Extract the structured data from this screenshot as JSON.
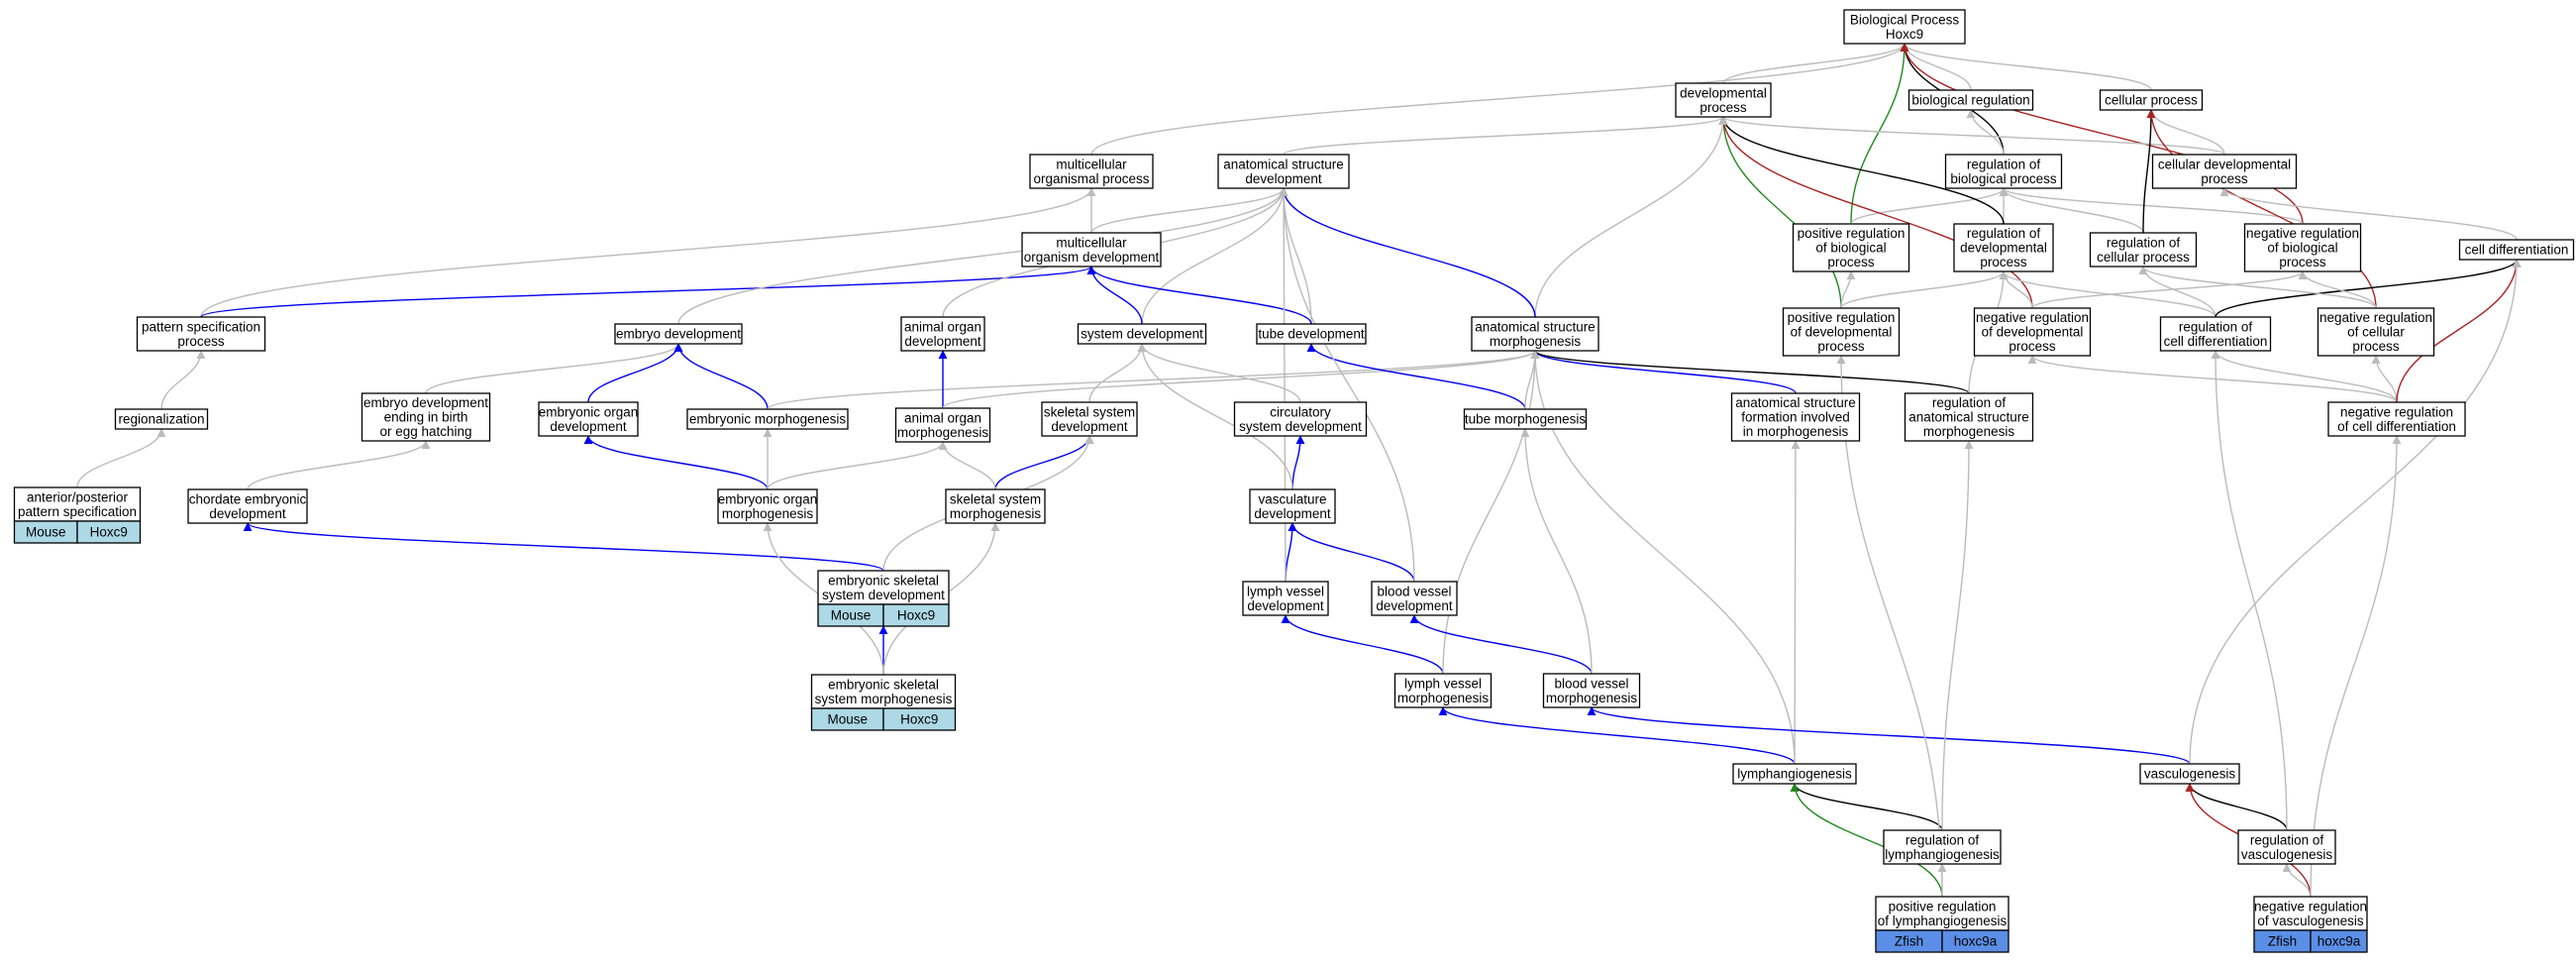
{
  "colors": {
    "is_a": "#bbbbbb",
    "part_of": "#0000ee",
    "regulates": "#000000",
    "positively_regulates": "#228822",
    "negatively_regulates": "#aa2222",
    "badge_mouse": "#add8e6",
    "badge_zfish": "#5b8ee6"
  },
  "nodes": {
    "bp": {
      "lines": [
        "Biological Process",
        "Hoxc9"
      ]
    },
    "dev_proc": {
      "lines": [
        "developmental",
        "process"
      ]
    },
    "bio_reg": {
      "lines": [
        "biological regulation"
      ]
    },
    "cell_proc": {
      "lines": [
        "cellular process"
      ]
    },
    "mc_org_proc": {
      "lines": [
        "multicellular",
        "organismal process"
      ]
    },
    "as_dev": {
      "lines": [
        "anatomical structure",
        "development"
      ]
    },
    "reg_bio_proc": {
      "lines": [
        "regulation of",
        "biological process"
      ]
    },
    "cell_dev_proc": {
      "lines": [
        "cellular developmental",
        "process"
      ]
    },
    "mc_org_dev": {
      "lines": [
        "multicellular",
        "organism development"
      ]
    },
    "pos_reg_bio": {
      "lines": [
        "positive regulation",
        "of biological",
        "process"
      ]
    },
    "reg_dev_proc": {
      "lines": [
        "regulation of",
        "developmental",
        "process"
      ]
    },
    "reg_cell_proc": {
      "lines": [
        "regulation of",
        "cellular process"
      ]
    },
    "neg_reg_bio": {
      "lines": [
        "negative regulation",
        "of biological",
        "process"
      ]
    },
    "cell_diff": {
      "lines": [
        "cell differentiation"
      ]
    },
    "pattern_spec": {
      "lines": [
        "pattern specification",
        "process"
      ]
    },
    "embryo_dev": {
      "lines": [
        "embryo development"
      ]
    },
    "animal_organ_dev": {
      "lines": [
        "animal organ",
        "development"
      ]
    },
    "system_dev": {
      "lines": [
        "system development"
      ]
    },
    "tube_dev": {
      "lines": [
        "tube development"
      ]
    },
    "as_morph": {
      "lines": [
        "anatomical structure",
        "morphogenesis"
      ]
    },
    "pos_reg_dev": {
      "lines": [
        "positive regulation",
        "of developmental",
        "process"
      ]
    },
    "neg_reg_dev": {
      "lines": [
        "negative regulation",
        "of developmental",
        "process"
      ]
    },
    "reg_cell_diff": {
      "lines": [
        "regulation of",
        "cell differentiation"
      ]
    },
    "neg_reg_cell_proc": {
      "lines": [
        "negative regulation",
        "of cellular",
        "process"
      ]
    },
    "regionalization": {
      "lines": [
        "regionalization"
      ]
    },
    "embryo_dev_birth": {
      "lines": [
        "embryo development",
        "ending in birth",
        "or egg hatching"
      ]
    },
    "embryonic_organ_dev": {
      "lines": [
        "embryonic organ",
        "development"
      ]
    },
    "embryonic_morph": {
      "lines": [
        "embryonic morphogenesis"
      ]
    },
    "animal_organ_morph": {
      "lines": [
        "animal organ",
        "morphogenesis"
      ]
    },
    "skeletal_sys_dev": {
      "lines": [
        "skeletal system",
        "development"
      ]
    },
    "circ_sys_dev": {
      "lines": [
        "circulatory",
        "system development"
      ]
    },
    "tube_morph": {
      "lines": [
        "tube morphogenesis"
      ]
    },
    "asf_morph": {
      "lines": [
        "anatomical structure",
        "formation involved",
        "in morphogenesis"
      ]
    },
    "reg_as_morph": {
      "lines": [
        "regulation of",
        "anatomical structure",
        "morphogenesis"
      ]
    },
    "neg_reg_cell_diff": {
      "lines": [
        "negative regulation",
        "of cell differentiation"
      ]
    },
    "ap_pattern": {
      "lines": [
        "anterior/posterior",
        "pattern specification"
      ],
      "badge": [
        "Mouse",
        "Hoxc9"
      ]
    },
    "chordate_embryo": {
      "lines": [
        "chordate embryonic",
        "development"
      ]
    },
    "embryonic_organ_morph": {
      "lines": [
        "embryonic organ",
        "morphogenesis"
      ]
    },
    "skeletal_sys_morph": {
      "lines": [
        "skeletal system",
        "morphogenesis"
      ]
    },
    "vasc_dev": {
      "lines": [
        "vasculature",
        "development"
      ]
    },
    "emb_skel_dev": {
      "lines": [
        "embryonic skeletal",
        "system development"
      ],
      "badge": [
        "Mouse",
        "Hoxc9"
      ]
    },
    "lymph_vessel_dev": {
      "lines": [
        "lymph vessel",
        "development"
      ]
    },
    "blood_vessel_dev": {
      "lines": [
        "blood vessel",
        "development"
      ]
    },
    "emb_skel_morph": {
      "lines": [
        "embryonic skeletal",
        "system morphogenesis"
      ],
      "badge": [
        "Mouse",
        "Hoxc9"
      ]
    },
    "lymph_vessel_morph": {
      "lines": [
        "lymph vessel",
        "morphogenesis"
      ]
    },
    "blood_vessel_morph": {
      "lines": [
        "blood vessel",
        "morphogenesis"
      ]
    },
    "lymphangio": {
      "lines": [
        "lymphangiogenesis"
      ]
    },
    "vasculo": {
      "lines": [
        "vasculogenesis"
      ]
    },
    "reg_lymphangio": {
      "lines": [
        "regulation of",
        "lymphangiogenesis"
      ]
    },
    "reg_vasculo": {
      "lines": [
        "regulation of",
        "vasculogenesis"
      ]
    },
    "pos_reg_lymphangio": {
      "lines": [
        "positive regulation",
        "of lymphangiogenesis"
      ],
      "badge": [
        "Zfish",
        "hoxc9a"
      ]
    },
    "neg_reg_vasculo": {
      "lines": [
        "negative regulation",
        "of vasculogenesis"
      ],
      "badge": [
        "Zfish",
        "hoxc9a"
      ]
    }
  },
  "edges": [
    {
      "from": "dev_proc",
      "to": "bp",
      "type": "is_a"
    },
    {
      "from": "bio_reg",
      "to": "bp",
      "type": "is_a"
    },
    {
      "from": "cell_proc",
      "to": "bp",
      "type": "is_a"
    },
    {
      "from": "mc_org_proc",
      "to": "bp",
      "type": "is_a"
    },
    {
      "from": "reg_bio_proc",
      "to": "bp",
      "type": "regulates"
    },
    {
      "from": "pos_reg_bio",
      "to": "bp",
      "type": "positively_regulates"
    },
    {
      "from": "neg_reg_bio",
      "to": "bp",
      "type": "negatively_regulates"
    },
    {
      "from": "as_dev",
      "to": "dev_proc",
      "type": "is_a"
    },
    {
      "from": "cell_dev_proc",
      "to": "dev_proc",
      "type": "is_a"
    },
    {
      "from": "cell_dev_proc",
      "to": "cell_proc",
      "type": "is_a"
    },
    {
      "from": "reg_bio_proc",
      "to": "bio_reg",
      "type": "is_a"
    },
    {
      "from": "pos_reg_bio",
      "to": "reg_bio_proc",
      "type": "is_a"
    },
    {
      "from": "neg_reg_bio",
      "to": "reg_bio_proc",
      "type": "is_a"
    },
    {
      "from": "reg_dev_proc",
      "to": "reg_bio_proc",
      "type": "is_a"
    },
    {
      "from": "reg_cell_proc",
      "to": "reg_bio_proc",
      "type": "is_a"
    },
    {
      "from": "reg_dev_proc",
      "to": "dev_proc",
      "type": "regulates"
    },
    {
      "from": "reg_cell_proc",
      "to": "cell_proc",
      "type": "regulates"
    },
    {
      "from": "pos_reg_dev",
      "to": "dev_proc",
      "type": "positively_regulates"
    },
    {
      "from": "neg_reg_dev",
      "to": "dev_proc",
      "type": "negatively_regulates"
    },
    {
      "from": "neg_reg_cell_proc",
      "to": "cell_proc",
      "type": "negatively_regulates"
    },
    {
      "from": "cell_diff",
      "to": "cell_dev_proc",
      "type": "is_a"
    },
    {
      "from": "mc_org_dev",
      "to": "mc_org_proc",
      "type": "is_a"
    },
    {
      "from": "mc_org_dev",
      "to": "as_dev",
      "type": "is_a"
    },
    {
      "from": "pattern_spec",
      "to": "mc_org_proc",
      "type": "is_a"
    },
    {
      "from": "pattern_spec",
      "to": "mc_org_dev",
      "type": "part_of"
    },
    {
      "from": "embryo_dev",
      "to": "as_dev",
      "type": "is_a"
    },
    {
      "from": "animal_organ_dev",
      "to": "as_dev",
      "type": "is_a"
    },
    {
      "from": "system_dev",
      "to": "as_dev",
      "type": "is_a"
    },
    {
      "from": "system_dev",
      "to": "mc_org_dev",
      "type": "part_of"
    },
    {
      "from": "tube_dev",
      "to": "as_dev",
      "type": "is_a"
    },
    {
      "from": "tube_dev",
      "to": "mc_org_dev",
      "type": "part_of"
    },
    {
      "from": "as_morph",
      "to": "dev_proc",
      "type": "is_a"
    },
    {
      "from": "as_morph",
      "to": "as_dev",
      "type": "part_of"
    },
    {
      "from": "pos_reg_dev",
      "to": "reg_dev_proc",
      "type": "is_a"
    },
    {
      "from": "neg_reg_dev",
      "to": "reg_dev_proc",
      "type": "is_a"
    },
    {
      "from": "pos_reg_dev",
      "to": "pos_reg_bio",
      "type": "is_a"
    },
    {
      "from": "neg_reg_dev",
      "to": "neg_reg_bio",
      "type": "is_a"
    },
    {
      "from": "reg_cell_diff",
      "to": "reg_cell_proc",
      "type": "is_a"
    },
    {
      "from": "reg_cell_diff",
      "to": "reg_dev_proc",
      "type": "is_a"
    },
    {
      "from": "reg_cell_diff",
      "to": "cell_diff",
      "type": "regulates"
    },
    {
      "from": "neg_reg_cell_proc",
      "to": "reg_cell_proc",
      "type": "is_a"
    },
    {
      "from": "neg_reg_cell_proc",
      "to": "neg_reg_bio",
      "type": "is_a"
    },
    {
      "from": "regionalization",
      "to": "pattern_spec",
      "type": "is_a"
    },
    {
      "from": "embryo_dev_birth",
      "to": "embryo_dev",
      "type": "is_a"
    },
    {
      "from": "embryonic_organ_dev",
      "to": "embryo_dev",
      "type": "part_of"
    },
    {
      "from": "embryonic_morph",
      "to": "embryo_dev",
      "type": "part_of"
    },
    {
      "from": "embryonic_morph",
      "to": "as_morph",
      "type": "is_a"
    },
    {
      "from": "animal_organ_morph",
      "to": "animal_organ_dev",
      "type": "part_of"
    },
    {
      "from": "animal_organ_morph",
      "to": "as_morph",
      "type": "is_a"
    },
    {
      "from": "skeletal_sys_dev",
      "to": "system_dev",
      "type": "is_a"
    },
    {
      "from": "circ_sys_dev",
      "to": "system_dev",
      "type": "is_a"
    },
    {
      "from": "tube_morph",
      "to": "tube_dev",
      "type": "part_of"
    },
    {
      "from": "tube_morph",
      "to": "as_morph",
      "type": "is_a"
    },
    {
      "from": "asf_morph",
      "to": "as_morph",
      "type": "part_of"
    },
    {
      "from": "reg_as_morph",
      "to": "as_morph",
      "type": "regulates"
    },
    {
      "from": "reg_as_morph",
      "to": "reg_dev_proc",
      "type": "is_a"
    },
    {
      "from": "neg_reg_cell_diff",
      "to": "reg_cell_diff",
      "type": "is_a"
    },
    {
      "from": "neg_reg_cell_diff",
      "to": "neg_reg_dev",
      "type": "is_a"
    },
    {
      "from": "neg_reg_cell_diff",
      "to": "neg_reg_cell_proc",
      "type": "is_a"
    },
    {
      "from": "neg_reg_cell_diff",
      "to": "cell_diff",
      "type": "negatively_regulates"
    },
    {
      "from": "ap_pattern",
      "to": "regionalization",
      "type": "is_a"
    },
    {
      "from": "chordate_embryo",
      "to": "embryo_dev_birth",
      "type": "is_a"
    },
    {
      "from": "embryonic_organ_morph",
      "to": "embryonic_organ_dev",
      "type": "part_of"
    },
    {
      "from": "embryonic_organ_morph",
      "to": "embryonic_morph",
      "type": "is_a"
    },
    {
      "from": "embryonic_organ_morph",
      "to": "animal_organ_morph",
      "type": "is_a"
    },
    {
      "from": "skeletal_sys_morph",
      "to": "skeletal_sys_dev",
      "type": "part_of"
    },
    {
      "from": "skeletal_sys_morph",
      "to": "animal_organ_morph",
      "type": "is_a"
    },
    {
      "from": "vasc_dev",
      "to": "circ_sys_dev",
      "type": "part_of"
    },
    {
      "from": "vasc_dev",
      "to": "system_dev",
      "type": "is_a"
    },
    {
      "from": "emb_skel_dev",
      "to": "chordate_embryo",
      "type": "part_of"
    },
    {
      "from": "emb_skel_dev",
      "to": "skeletal_sys_dev",
      "type": "is_a"
    },
    {
      "from": "lymph_vessel_dev",
      "to": "vasc_dev",
      "type": "part_of"
    },
    {
      "from": "lymph_vessel_dev",
      "to": "as_dev",
      "type": "is_a"
    },
    {
      "from": "blood_vessel_dev",
      "to": "vasc_dev",
      "type": "part_of"
    },
    {
      "from": "blood_vessel_dev",
      "to": "as_dev",
      "type": "is_a"
    },
    {
      "from": "emb_skel_morph",
      "to": "emb_skel_dev",
      "type": "part_of"
    },
    {
      "from": "emb_skel_morph",
      "to": "embryonic_organ_morph",
      "type": "is_a"
    },
    {
      "from": "emb_skel_morph",
      "to": "skeletal_sys_morph",
      "type": "is_a"
    },
    {
      "from": "lymph_vessel_morph",
      "to": "lymph_vessel_dev",
      "type": "part_of"
    },
    {
      "from": "lymph_vessel_morph",
      "to": "as_morph",
      "type": "is_a"
    },
    {
      "from": "blood_vessel_morph",
      "to": "blood_vessel_dev",
      "type": "part_of"
    },
    {
      "from": "blood_vessel_morph",
      "to": "tube_morph",
      "type": "is_a"
    },
    {
      "from": "lymphangio",
      "to": "lymph_vessel_morph",
      "type": "part_of"
    },
    {
      "from": "lymphangio",
      "to": "asf_morph",
      "type": "is_a"
    },
    {
      "from": "lymphangio",
      "to": "as_morph",
      "type": "is_a"
    },
    {
      "from": "vasculo",
      "to": "blood_vessel_morph",
      "type": "part_of"
    },
    {
      "from": "vasculo",
      "to": "cell_diff",
      "type": "is_a"
    },
    {
      "from": "reg_lymphangio",
      "to": "lymphangio",
      "type": "regulates"
    },
    {
      "from": "reg_lymphangio",
      "to": "reg_as_morph",
      "type": "is_a"
    },
    {
      "from": "reg_vasculo",
      "to": "vasculo",
      "type": "regulates"
    },
    {
      "from": "reg_vasculo",
      "to": "reg_cell_diff",
      "type": "is_a"
    },
    {
      "from": "pos_reg_lymphangio",
      "to": "reg_lymphangio",
      "type": "is_a"
    },
    {
      "from": "pos_reg_lymphangio",
      "to": "lymphangio",
      "type": "positively_regulates"
    },
    {
      "from": "pos_reg_lymphangio",
      "to": "pos_reg_dev",
      "type": "is_a"
    },
    {
      "from": "neg_reg_vasculo",
      "to": "reg_vasculo",
      "type": "is_a"
    },
    {
      "from": "neg_reg_vasculo",
      "to": "vasculo",
      "type": "negatively_regulates"
    },
    {
      "from": "neg_reg_vasculo",
      "to": "neg_reg_cell_diff",
      "type": "is_a"
    }
  ]
}
